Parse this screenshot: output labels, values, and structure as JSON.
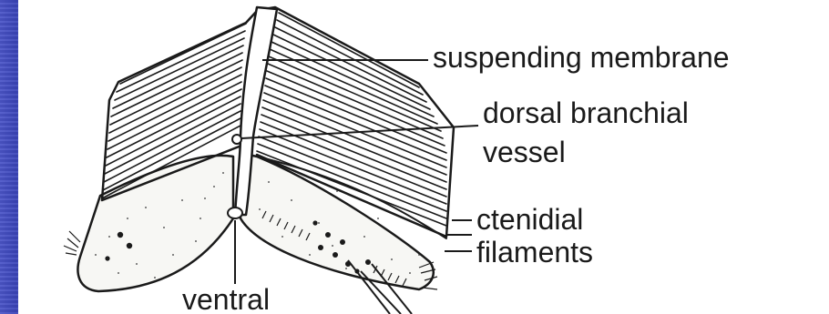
{
  "slide": {
    "title_fragment": "",
    "colors": {
      "background": "#3a44b8",
      "title": "#ffd800",
      "panel": "#ffffff",
      "ink": "#1a1a1a"
    }
  },
  "diagram": {
    "labels": {
      "suspending_membrane": "suspending membrane",
      "dorsal_branchial": "dorsal branchial",
      "vessel": "vessel",
      "ctenidial": "ctenidial",
      "filaments": "filaments",
      "ventral": "ventral"
    }
  }
}
